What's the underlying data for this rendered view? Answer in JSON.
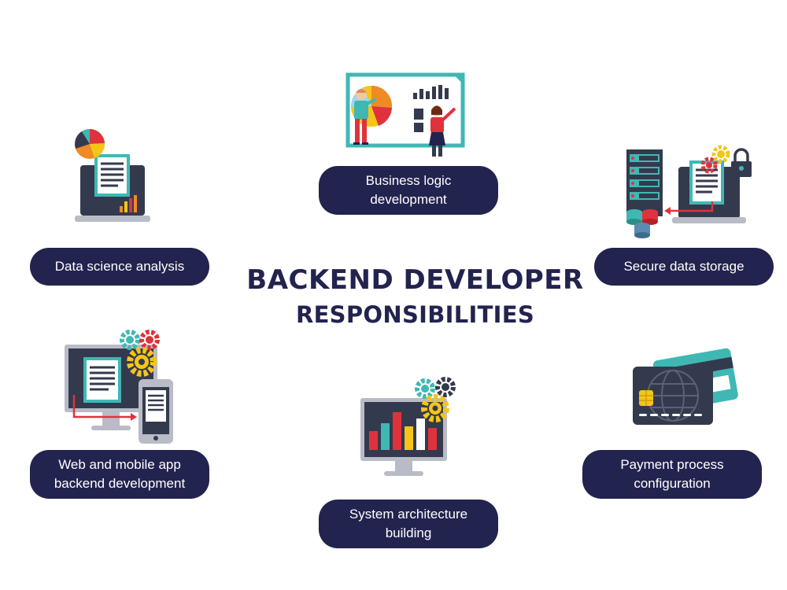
{
  "title": {
    "line1": "BACKEND DEVELOPER",
    "line2": "RESPONSIBILITIES"
  },
  "items": {
    "business_logic": {
      "lines": [
        "Business logic",
        "development"
      ],
      "icon": "presentation-board-icon"
    },
    "data_science": {
      "lines": [
        "Data science analysis"
      ],
      "icon": "laptop-pie-chart-icon"
    },
    "secure_storage": {
      "lines": [
        "Secure data storage"
      ],
      "icon": "server-lock-icon"
    },
    "web_mobile": {
      "lines": [
        "Web and mobile app",
        "backend development"
      ],
      "icon": "monitor-phone-gears-icon"
    },
    "system_arch": {
      "lines": [
        "System architecture",
        "building"
      ],
      "icon": "monitor-bar-chart-gears-icon"
    },
    "payment": {
      "lines": [
        "Payment process",
        "configuration"
      ],
      "icon": "credit-cards-icon"
    }
  },
  "colors": {
    "navy": "#23234f",
    "teal": "#3fb8b4",
    "red": "#e0323c",
    "yellow": "#f5c518",
    "orange": "#f08a24",
    "gray": "#b9bcc6",
    "dark": "#343a4e"
  }
}
